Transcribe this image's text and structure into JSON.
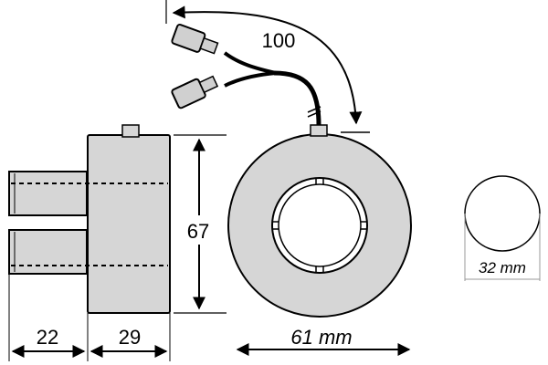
{
  "dimensions": {
    "cable_length": "100",
    "coil_height": "67",
    "tube_length": "22",
    "body_length": "29",
    "coil_diameter": "61 mm",
    "pin_diameter": "32 mm"
  },
  "colors": {
    "body_fill": "#d6d6d6",
    "connector_fill": "#d0d0d0",
    "line": "#000000",
    "background": "#ffffff"
  }
}
